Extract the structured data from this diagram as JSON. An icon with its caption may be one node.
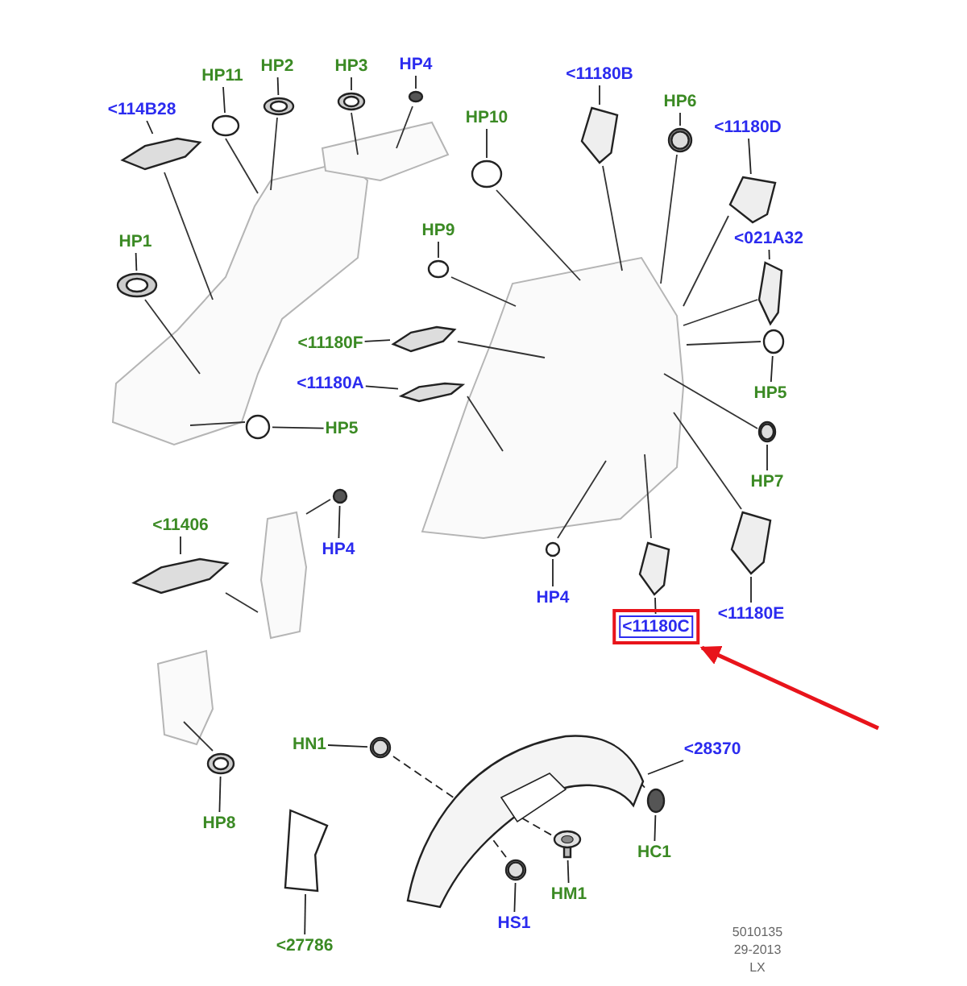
{
  "diagram": {
    "nodes": [
      {
        "text": [
          "<114B28"
        ]
      },
      {
        "text": [],
        "shape": "picture"
      },
      {
        "text": [
          "HP11"
        ]
      },
      {
        "text": [],
        "shape": "circle"
      },
      {
        "text": [
          "HP2"
        ]
      },
      {
        "text": [],
        "shape": "picture"
      },
      {
        "text": [
          "HP3"
        ]
      },
      {
        "text": [],
        "shape": "picture"
      },
      {
        "text": [
          "HP4"
        ]
      },
      {
        "text": [],
        "shape": "circle"
      },
      {
        "text": [
          "HP1"
        ]
      },
      {
        "text": [],
        "shape": "picture"
      },
      {
        "text": [
          "HP5"
        ]
      },
      {
        "text": [],
        "shape": "circle"
      },
      {
        "text": [
          "HP10"
        ]
      },
      {
        "text": [],
        "shape": "circle"
      },
      {
        "text": [
          "<11180B"
        ]
      },
      {
        "text": [],
        "shape": "picture"
      },
      {
        "text": [
          "HP6"
        ]
      },
      {
        "text": [],
        "shape": "picture"
      },
      {
        "text": [
          "<11180D"
        ]
      },
      {
        "text": [],
        "shape": "picture"
      },
      {
        "text": [
          "HP9"
        ]
      },
      {
        "text": [],
        "shape": "circle"
      },
      {
        "text": [
          "<021A32"
        ]
      },
      {
        "text": [],
        "shape": "picture"
      },
      {
        "text": [
          "<11180F"
        ]
      },
      {
        "text": [],
        "shape": "picture"
      },
      {
        "text": [
          "HP5"
        ]
      },
      {
        "text": [],
        "shape": "circle"
      },
      {
        "text": [
          "<11180A"
        ]
      },
      {
        "text": [],
        "shape": "picture"
      },
      {
        "text": [
          "HP7"
        ]
      },
      {
        "text": [],
        "shape": "picture"
      },
      {
        "text": [
          "<11406"
        ]
      },
      {
        "text": [],
        "shape": "picture"
      },
      {
        "text": [
          "HP4"
        ]
      },
      {
        "text": [],
        "shape": "circle"
      },
      {
        "text": [
          "HP4"
        ]
      },
      {
        "text": [],
        "shape": "circle"
      },
      {
        "text": [
          "<11180C"
        ]
      },
      {
        "text": [],
        "shape": "picture"
      },
      {
        "text": [
          "<11180E"
        ]
      },
      {
        "text": [],
        "shape": "picture"
      },
      {
        "text": [
          "HP8"
        ]
      },
      {
        "text": [],
        "shape": "picture"
      },
      {
        "text": [
          "HN1"
        ]
      },
      {
        "text": [],
        "shape": "picture"
      },
      {
        "text": [
          "<28370"
        ]
      },
      {
        "text": [],
        "shape": "picture"
      },
      {
        "text": [
          "HC1"
        ]
      },
      {
        "text": [],
        "shape": "circle"
      },
      {
        "text": [
          "HM1"
        ]
      },
      {
        "text": [],
        "shape": "picture"
      },
      {
        "text": [
          "HS1"
        ]
      },
      {
        "text": [],
        "shape": "picture"
      },
      {
        "text": [
          "<27786"
        ]
      },
      {
        "text": [],
        "shape": "picture"
      }
    ],
    "edges": [
      {
        "from": 0,
        "to": 1,
        "arrow": "none"
      },
      {
        "from": 2,
        "to": 3,
        "arrow": "none"
      },
      {
        "from": 4,
        "to": 5,
        "arrow": "none"
      },
      {
        "from": 6,
        "to": 7,
        "arrow": "none"
      },
      {
        "from": 8,
        "to": 9,
        "arrow": "none"
      },
      {
        "from": 10,
        "to": 11,
        "arrow": "none"
      },
      {
        "from": 12,
        "to": 13,
        "arrow": "none"
      },
      {
        "from": 14,
        "to": 15,
        "arrow": "none"
      },
      {
        "from": 16,
        "to": 17,
        "arrow": "none"
      },
      {
        "from": 18,
        "to": 19,
        "arrow": "none"
      },
      {
        "from": 20,
        "to": 21,
        "arrow": "none"
      },
      {
        "from": 22,
        "to": 23,
        "arrow": "none"
      },
      {
        "from": 24,
        "to": 25,
        "arrow": "none"
      },
      {
        "from": 26,
        "to": 27,
        "arrow": "none"
      },
      {
        "from": 28,
        "to": 29,
        "arrow": "none"
      },
      {
        "from": 30,
        "to": 31,
        "arrow": "none"
      },
      {
        "from": 32,
        "to": 33,
        "arrow": "none"
      },
      {
        "from": 34,
        "to": 35,
        "arrow": "none"
      },
      {
        "from": 36,
        "to": 37,
        "arrow": "none"
      },
      {
        "from": 38,
        "to": 39,
        "arrow": "none"
      },
      {
        "from": 40,
        "to": 41,
        "arrow": "none"
      },
      {
        "from": 42,
        "to": 43,
        "arrow": "none"
      },
      {
        "from": 44,
        "to": 45,
        "arrow": "none"
      },
      {
        "from": 46,
        "to": 47,
        "arrow": "none"
      },
      {
        "from": 48,
        "to": 49,
        "arrow": "none"
      },
      {
        "from": 50,
        "to": 51,
        "arrow": "none"
      },
      {
        "from": 52,
        "to": 53,
        "arrow": "none"
      },
      {
        "from": 54,
        "to": 55,
        "arrow": "none"
      },
      {
        "from": 56,
        "to": 57,
        "arrow": "none"
      },
      {
        "from": null,
        "to": 40,
        "arrow": "to",
        "style": "thick",
        "color": "#e8141b"
      },
      {
        "from": 47,
        "to": 49,
        "arrow": "none",
        "style": "dashed"
      },
      {
        "from": 53,
        "to": 49,
        "arrow": "none",
        "style": "dashed"
      },
      {
        "from": 51,
        "to": 49,
        "arrow": "none",
        "style": "dashed"
      },
      {
        "from": 55,
        "to": 49,
        "arrow": "none",
        "style": "dashed"
      }
    ],
    "labels": [
      "5010135",
      "29-2013",
      "LX"
    ]
  }
}
